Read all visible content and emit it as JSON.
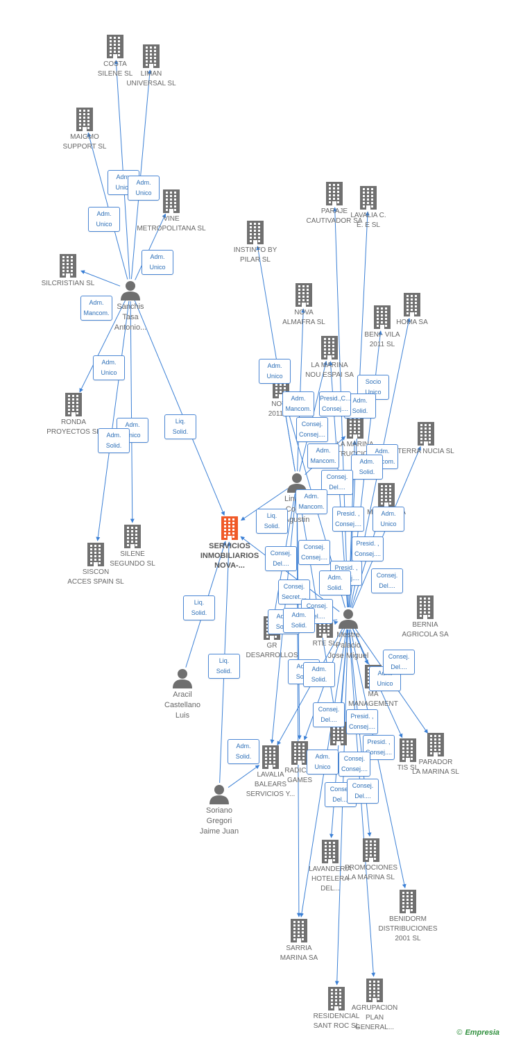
{
  "colors": {
    "edge": "#3a7fd5",
    "company": "#707070",
    "main_company": "#f05a28",
    "badge_border": "#4a86d4",
    "badge_text": "#2d6fb7"
  },
  "companies": [
    {
      "id": "costa",
      "label": [
        "COSTA",
        "SILENE SL"
      ]
    },
    {
      "id": "liman",
      "label": [
        "LIMAN",
        "UNIVERSAL SL"
      ]
    },
    {
      "id": "maigmo",
      "label": [
        "MAIGMO",
        "SUPPORT SL"
      ]
    },
    {
      "id": "vine",
      "label": [
        "VINE",
        "METROPOLITANA SL"
      ]
    },
    {
      "id": "silcristian",
      "label": [
        "SILCRISTIAN SL"
      ]
    },
    {
      "id": "ronda",
      "label": [
        "RONDA",
        "PROYECTOS SL"
      ]
    },
    {
      "id": "silene2",
      "label": [
        "SILENE",
        "SEGUNDO SL"
      ]
    },
    {
      "id": "siscon",
      "label": [
        "SISCON",
        "ACCES SPAIN SL"
      ]
    },
    {
      "id": "main",
      "label": [
        "SERVICIOS",
        "INMOBILIARIOS",
        "NOVA-..."
      ],
      "main": true
    },
    {
      "id": "instinto",
      "label": [
        "INSTINTO BY",
        "PILAR SL"
      ]
    },
    {
      "id": "paraje",
      "label": [
        "PARAJE",
        "CAUTIVADOR SA"
      ]
    },
    {
      "id": "lavaliac",
      "label": [
        "LAVALIA C.",
        "E. E SL"
      ]
    },
    {
      "id": "nova",
      "label": [
        "NOVA",
        "ALMAFRA SL"
      ]
    },
    {
      "id": "homa",
      "label": [
        "HOMA SA"
      ]
    },
    {
      "id": "benivila",
      "label": [
        "BENI- VILA",
        "2011 SL"
      ]
    },
    {
      "id": "lamarina",
      "label": [
        "LA MARINA",
        "NOU ESPAI SA"
      ]
    },
    {
      "id": "nova2011",
      "label": [
        "NOVA",
        "2011 SL"
      ]
    },
    {
      "id": "terranucia",
      "label": [
        "TERRA NUCIA SL"
      ]
    },
    {
      "id": "construc",
      "label": [
        "LA MARINA",
        "CONSTRUCCIONES SA"
      ]
    },
    {
      "id": "maplay",
      "label": [
        "MAPLAY SA"
      ]
    },
    {
      "id": "bernia",
      "label": [
        "BERNIA",
        "AGRICOLA SA"
      ]
    },
    {
      "id": "grdes",
      "label": [
        "GR",
        "DESARROLLOS"
      ]
    },
    {
      "id": "rte",
      "label": [
        "RTE SL"
      ]
    },
    {
      "id": "mamana",
      "label": [
        "MA",
        "MANAGEMENT"
      ]
    },
    {
      "id": "lavaliab",
      "label": [
        "LAVALIA",
        "BALEARS",
        "SERVICIOS Y..."
      ]
    },
    {
      "id": "radical",
      "label": [
        "RADICAL",
        "GAMES"
      ]
    },
    {
      "id": "hub",
      "label": []
    },
    {
      "id": "tis",
      "label": [
        "TIS SL"
      ]
    },
    {
      "id": "parador",
      "label": [
        "PARADOR",
        "LA MARINA SL"
      ]
    },
    {
      "id": "lavanderia",
      "label": [
        "LAVANDERIA",
        "HOTELERA",
        "DEL..."
      ]
    },
    {
      "id": "promociones",
      "label": [
        "PROMOCIONES",
        "LA MARINA SL"
      ]
    },
    {
      "id": "benidorm",
      "label": [
        "BENIDORM",
        "DISTRIBUCIONES",
        "2001 SL"
      ]
    },
    {
      "id": "sarria",
      "label": [
        "SARRIA",
        "MARINA SA"
      ]
    },
    {
      "id": "residencial",
      "label": [
        "RESIDENCIAL",
        "SANT ROC SL"
      ]
    },
    {
      "id": "agrupacion",
      "label": [
        "AGRUPACION",
        "PLAN",
        "GENERAL..."
      ]
    }
  ],
  "persons": [
    {
      "id": "sanchis",
      "label": [
        "Sanchis",
        "Tasa",
        "Antonio..."
      ]
    },
    {
      "id": "linares",
      "label": [
        "Linares",
        "Cortes",
        "Agustin"
      ]
    },
    {
      "id": "mestre",
      "label": [
        "Mestre",
        "Palacio",
        "Jose Miguel"
      ]
    },
    {
      "id": "aracil",
      "label": [
        "Aracil",
        "Castellano",
        "Luis"
      ]
    },
    {
      "id": "soriano",
      "label": [
        "Soriano",
        "Gregori",
        "Jaime Juan"
      ]
    }
  ],
  "badges": [
    {
      "label": [
        "Adm.",
        "Unico"
      ]
    },
    {
      "label": [
        "Adm.",
        "Unico"
      ]
    },
    {
      "label": [
        "Adm.",
        "Unico"
      ]
    },
    {
      "label": [
        "Adm.",
        "Unico"
      ]
    },
    {
      "label": [
        "Adm.",
        "Mancom."
      ]
    },
    {
      "label": [
        "Adm.",
        "Unico"
      ]
    },
    {
      "label": [
        "Adm.",
        "Unico"
      ]
    },
    {
      "label": [
        "Adm.",
        "Solid."
      ]
    },
    {
      "label": [
        "Liq.",
        "Solid."
      ]
    },
    {
      "label": [
        "Liq.",
        "Solid."
      ]
    },
    {
      "label": [
        "Liq.",
        "Solid."
      ]
    },
    {
      "label": [
        "Liq.",
        "Solid."
      ]
    },
    {
      "label": [
        "Adm.",
        "Solid."
      ]
    },
    {
      "label": [
        "Adm.",
        "Unico"
      ]
    },
    {
      "label": [
        "Adm.",
        "Mancom."
      ]
    },
    {
      "label": [
        "Consej.",
        "Consej...."
      ]
    },
    {
      "label": [
        "Socio",
        "Unico"
      ]
    },
    {
      "label": [
        "Adm.",
        "Solid."
      ]
    },
    {
      "label": [
        "Presid.,C...",
        "Consej...."
      ]
    },
    {
      "label": [
        "Adm.",
        "Mancom."
      ]
    },
    {
      "label": [
        "Adm.",
        "Mancom."
      ]
    },
    {
      "label": [
        "Adm.",
        "Solid."
      ]
    },
    {
      "label": [
        "Consej.",
        "Del...."
      ]
    },
    {
      "label": [
        "Adm.",
        "Mancom."
      ]
    },
    {
      "label": [
        "Presid. ,",
        "Consej...."
      ]
    },
    {
      "label": [
        "Adm.",
        "Unico"
      ]
    },
    {
      "label": [
        "Consej.",
        "Del...."
      ]
    },
    {
      "label": [
        "Consej.",
        "Consej...."
      ]
    },
    {
      "label": [
        "Presid. ,",
        "Consej...."
      ]
    },
    {
      "label": [
        "Presid. ,",
        "Consej...."
      ]
    },
    {
      "label": [
        "Consej.",
        "Del...."
      ]
    },
    {
      "label": [
        "Adm.",
        "Solid."
      ]
    },
    {
      "label": [
        "Consej.",
        "Secret...."
      ]
    },
    {
      "label": [
        "Consej.",
        "Del...."
      ]
    },
    {
      "label": [
        "Adm.",
        "Solid."
      ]
    },
    {
      "label": [
        "Adm.",
        "Solid."
      ]
    },
    {
      "label": [
        "Adm.",
        "Solid."
      ]
    },
    {
      "label": [
        "Adm.",
        "Solid."
      ]
    },
    {
      "label": [
        "Adm.",
        "Unico"
      ]
    },
    {
      "label": [
        "Consej.",
        "Del...."
      ]
    },
    {
      "label": [
        "Consej.",
        "Del...."
      ]
    },
    {
      "label": [
        "Presid. ,",
        "Consej...."
      ]
    },
    {
      "label": [
        "Presid. ,",
        "Consej...."
      ]
    },
    {
      "label": [
        "Adm.",
        "Unico"
      ]
    },
    {
      "label": [
        "Consej.",
        "Consej...."
      ]
    },
    {
      "label": [
        "Consej.",
        "Del...."
      ]
    },
    {
      "label": [
        "Consej.",
        "Del...."
      ]
    }
  ],
  "edges": [
    [
      "sanchis",
      "costa"
    ],
    [
      "sanchis",
      "liman"
    ],
    [
      "sanchis",
      "maigmo"
    ],
    [
      "sanchis",
      "vine"
    ],
    [
      "sanchis",
      "silcristian"
    ],
    [
      "sanchis",
      "ronda"
    ],
    [
      "sanchis",
      "silene2"
    ],
    [
      "sanchis",
      "siscon"
    ],
    [
      "sanchis",
      "main"
    ],
    [
      "aracil",
      "main"
    ],
    [
      "soriano",
      "main"
    ],
    [
      "soriano",
      "lavaliab"
    ],
    [
      "linares",
      "instinto"
    ],
    [
      "linares",
      "nova"
    ],
    [
      "linares",
      "lamarina"
    ],
    [
      "linares",
      "nova2011"
    ],
    [
      "linares",
      "construc"
    ],
    [
      "linares",
      "main"
    ],
    [
      "linares",
      "grdes"
    ],
    [
      "linares",
      "lavaliab"
    ],
    [
      "linares",
      "radical"
    ],
    [
      "linares",
      "sarria"
    ],
    [
      "linares",
      "hub"
    ],
    [
      "mestre",
      "paraje"
    ],
    [
      "mestre",
      "lavaliac"
    ],
    [
      "mestre",
      "homa"
    ],
    [
      "mestre",
      "benivila"
    ],
    [
      "mestre",
      "lamarina"
    ],
    [
      "mestre",
      "terranucia"
    ],
    [
      "mestre",
      "construc"
    ],
    [
      "mestre",
      "maplay"
    ],
    [
      "mestre",
      "nova2011"
    ],
    [
      "mestre",
      "grdes"
    ],
    [
      "mestre",
      "rte"
    ],
    [
      "mestre",
      "mamana"
    ],
    [
      "mestre",
      "tis"
    ],
    [
      "mestre",
      "parador"
    ],
    [
      "mestre",
      "hub"
    ],
    [
      "mestre",
      "lavanderia"
    ],
    [
      "mestre",
      "promociones"
    ],
    [
      "mestre",
      "benidorm"
    ],
    [
      "mestre",
      "residencial"
    ],
    [
      "mestre",
      "agrupacion"
    ],
    [
      "mestre",
      "lavaliab"
    ],
    [
      "mestre",
      "radical"
    ],
    [
      "mestre",
      "sarria"
    ],
    [
      "mestre",
      "main"
    ]
  ],
  "footer": {
    "copyright": "©",
    "brand": "Empresia"
  }
}
